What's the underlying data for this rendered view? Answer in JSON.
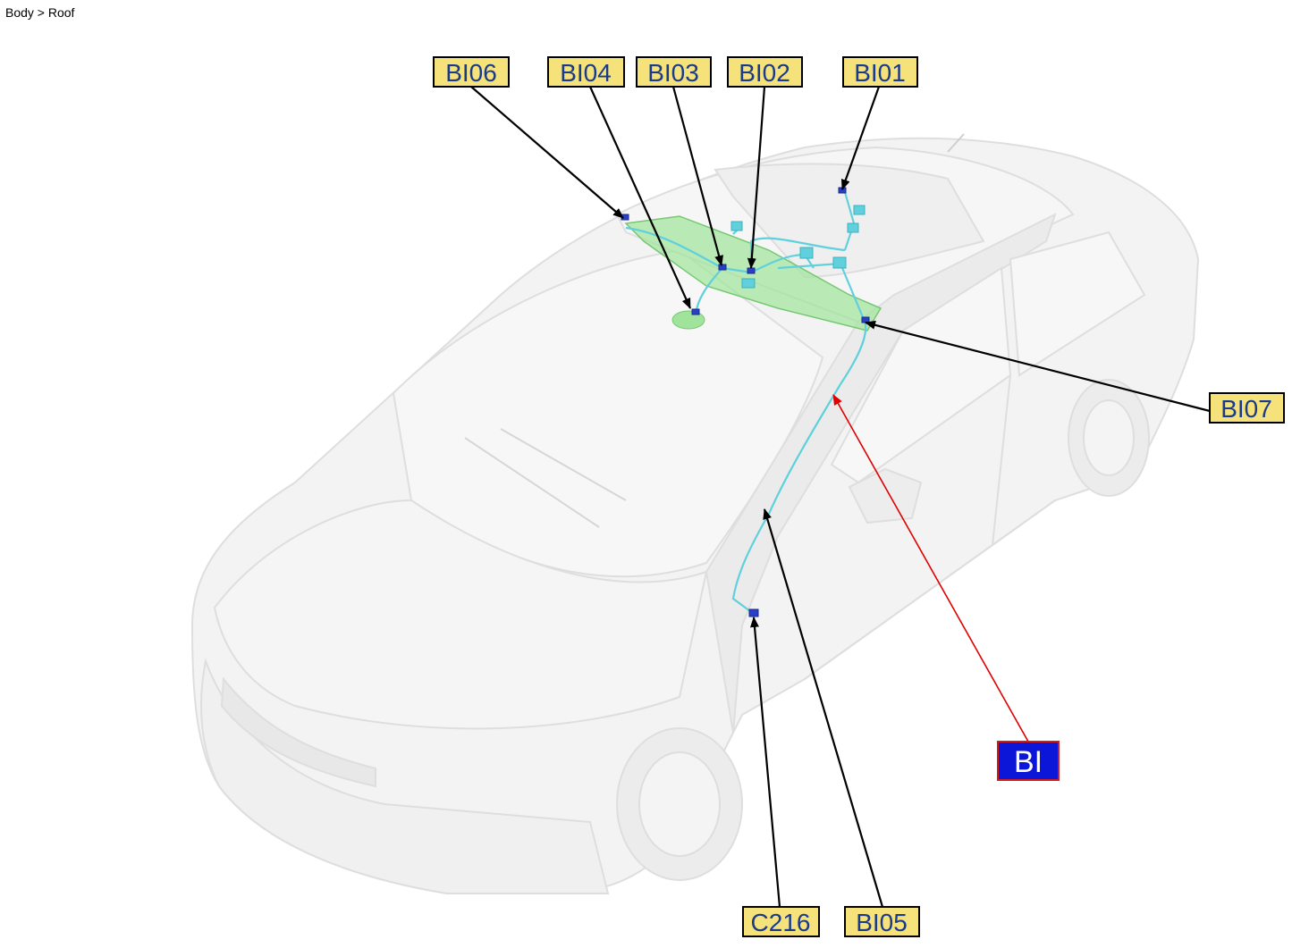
{
  "breadcrumb": "Body > Roof",
  "callouts": {
    "bi06": "BI06",
    "bi04": "BI04",
    "bi03": "BI03",
    "bi02": "BI02",
    "bi01": "BI01",
    "bi07": "BI07",
    "c216": "C216",
    "bi05": "BI05"
  },
  "harness": "BI",
  "colors": {
    "callout_fill": "#f5e27a",
    "callout_text": "#1a3a8a",
    "harness_fill": "#0b16d8",
    "harness_border": "#d21b1b",
    "leader_black": "#000000",
    "leader_red": "#e00000",
    "wire": "#5fd0dc",
    "roof_module": "#9fe49a",
    "car_body": "#f2f2f2"
  }
}
